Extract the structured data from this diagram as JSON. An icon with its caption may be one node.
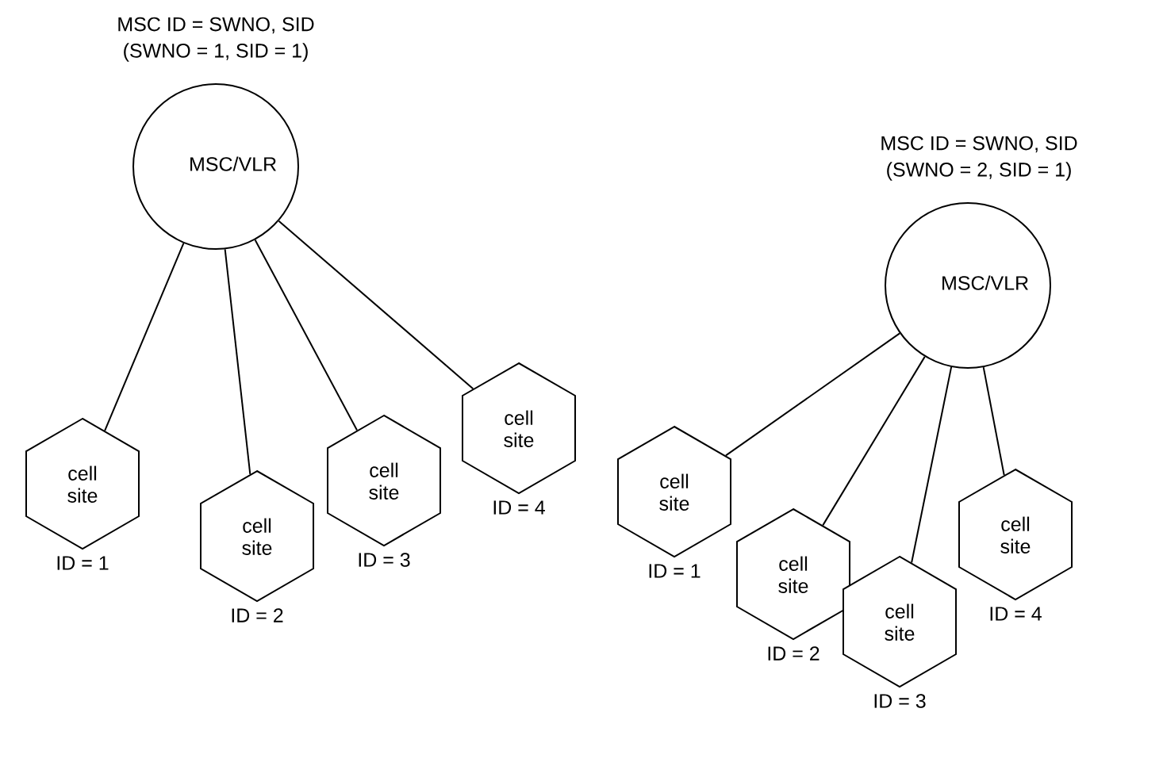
{
  "diagram": {
    "nodes": [
      {
        "text": [
          "MSC/VLR"
        ],
        "beside": [
          "MSC ID = SWNO, SID",
          "(SWNO = 1, SID = 1)"
        ]
      },
      {
        "text": [
          "cell site"
        ],
        "beside": [
          "ID = 1"
        ]
      },
      {
        "text": [
          "cell site"
        ],
        "beside": [
          "ID = 2"
        ]
      },
      {
        "text": [
          "cell site"
        ],
        "beside": [
          "ID = 3"
        ]
      },
      {
        "text": [
          "cell site"
        ],
        "beside": [
          "ID = 4"
        ]
      },
      {
        "text": [
          "MSC/VLR"
        ],
        "beside": [
          "MSC ID = SWNO, SID",
          "(SWNO = 2, SID = 1)"
        ]
      },
      {
        "text": [
          "cell site"
        ],
        "beside": [
          "ID = 1"
        ]
      },
      {
        "text": [
          "cell site"
        ],
        "beside": [
          "ID = 2"
        ]
      },
      {
        "text": [
          "cell site"
        ],
        "beside": [
          "ID = 3"
        ]
      },
      {
        "text": [
          "cell site"
        ],
        "beside": [
          "ID = 4"
        ]
      }
    ],
    "edges": [
      {
        "from": 0,
        "to": 1,
        "arrow": "none"
      },
      {
        "from": 0,
        "to": 2,
        "arrow": "none"
      },
      {
        "from": 0,
        "to": 3,
        "arrow": "none"
      },
      {
        "from": 0,
        "to": 4,
        "arrow": "none"
      },
      {
        "from": 5,
        "to": 6,
        "arrow": "none"
      },
      {
        "from": 5,
        "to": 7,
        "arrow": "none"
      },
      {
        "from": 5,
        "to": 8,
        "arrow": "none"
      },
      {
        "from": 5,
        "to": 9,
        "arrow": "none"
      }
    ]
  }
}
